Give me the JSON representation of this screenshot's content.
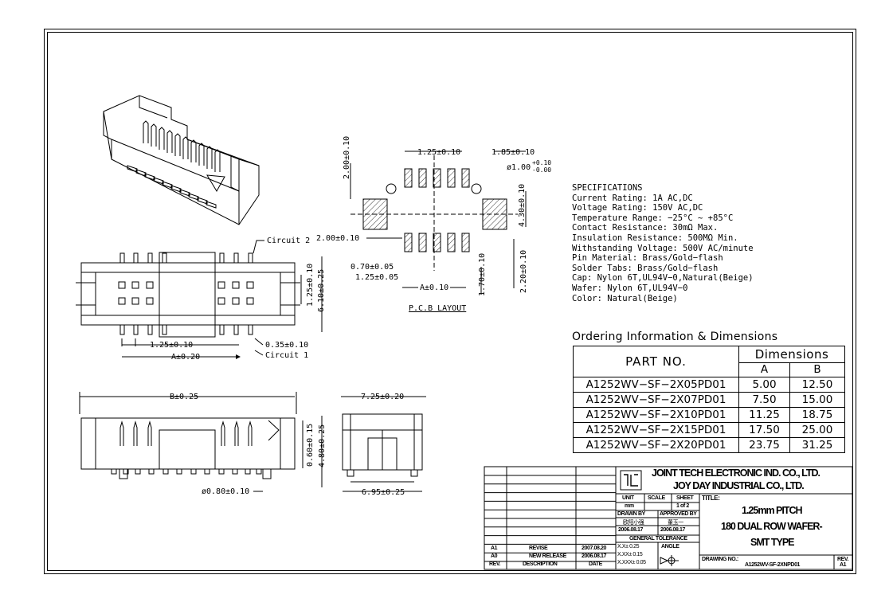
{
  "views": {
    "circuit2": "Circuit 2",
    "circuit1": "Circuit 1",
    "pcb_layout": "P.C.B LAYOUT"
  },
  "dims": {
    "top_pitch": "1.25±0.10",
    "top_a": "A±0.20",
    "top_035": "0.35±0.10",
    "top_125v": "1.25±0.10",
    "top_610": "6.10±0.25",
    "pcb_200v": "2.00±0.10",
    "pcb_125": "1.25±0.10",
    "pcb_185": "1.85±0.10",
    "pcb_hole": "ø1.00",
    "pcb_hole_tol_up": "+0.10",
    "pcb_hole_tol_dn": "-0.00",
    "pcb_200h": "2.00±0.10",
    "pcb_430": "4.30±0.10",
    "pcb_070": "0.70±0.05",
    "pcb_125b": "1.25±0.05",
    "pcb_a": "A±0.10",
    "pcb_170": "1.70±0.10",
    "pcb_220": "2.20±0.10",
    "front_b": "B±0.25",
    "front_060": "0.60±0.15",
    "front_480": "4.80±0.25",
    "front_peg": "ø0.80±0.10",
    "side_725": "7.25±0.20",
    "side_695": "6.95±0.25"
  },
  "specs": {
    "title": "SPECIFICATIONS",
    "lines": [
      "Current Rating: 1A AC,DC",
      "Voltage Rating: 150V AC,DC",
      "Temperature Range: −25°C ~ +85°C",
      "Contact Resistance: 30mΩ Max.",
      "Insulation Resistance: 500MΩ Min.",
      "Withstanding Voltage: 500V AC/minute",
      "Pin Material: Brass/Gold−flash",
      "Solder Tabs: Brass/Gold−flash",
      "Cap: Nylon 6T,UL94V−0,Natural(Beige)",
      "Wafer: Nylon 6T,UL94V−0",
      "Color: Natural(Beige)"
    ]
  },
  "ordering": {
    "title": "Ordering Information & Dimensions",
    "header_part": "PART NO.",
    "header_dims": "Dimensions",
    "col_a": "A",
    "col_b": "B",
    "rows": [
      {
        "part": "A1252WV−SF−2X05PD01",
        "a": "5.00",
        "b": "12.50"
      },
      {
        "part": "A1252WV−SF−2X07PD01",
        "a": "7.50",
        "b": "15.00"
      },
      {
        "part": "A1252WV−SF−2X10PD01",
        "a": "11.25",
        "b": "18.75"
      },
      {
        "part": "A1252WV−SF−2X15PD01",
        "a": "17.50",
        "b": "25.00"
      },
      {
        "part": "A1252WV−SF−2X20PD01",
        "a": "23.75",
        "b": "31.25"
      }
    ]
  },
  "title_block": {
    "company1": "JOINT TECH ELECTRONIC IND. CO., LTD.",
    "company2": "JOY DAY INDUSTRIAL CO., LTD.",
    "unit_label": "UNIT",
    "unit": "mm",
    "scale_label": "SCALE",
    "sheet_label": "SHEET",
    "sheet": "1 of 2",
    "drawn_label": "DRAWN BY",
    "drawn_by": "欧阳小强",
    "drawn_date": "2006.08.17",
    "approved_label": "APPROVED BY",
    "approved_by": "董玉一",
    "approved_date": "2006.08.17",
    "tol_label": "GENERAL TOLERANCE",
    "tol1": "X.X± 0.25",
    "tol2": "X.XX± 0.15",
    "tol3": "X.XXX± 0.05",
    "angle_label": "ANGLE",
    "title_label": "TITLE:",
    "title1": "1.25mm PITCH",
    "title2": "180 DUAL ROW WAFER-",
    "title3": "SMT TYPE",
    "drawing_no_label": "DRAWING NO.:",
    "drawing_no": "A1252WV-SF-2XNPD01",
    "rev_label": "REV.",
    "rev": "A1",
    "rev_rows": [
      {
        "rev": "A1",
        "desc": "REVISE",
        "date": "2007.08.20"
      },
      {
        "rev": "A0",
        "desc": "NEW RELEASE",
        "date": "2006.08.17"
      }
    ],
    "rev_col": "REV.",
    "desc_col": "DESCRIPTION",
    "date_col": "DATE"
  }
}
